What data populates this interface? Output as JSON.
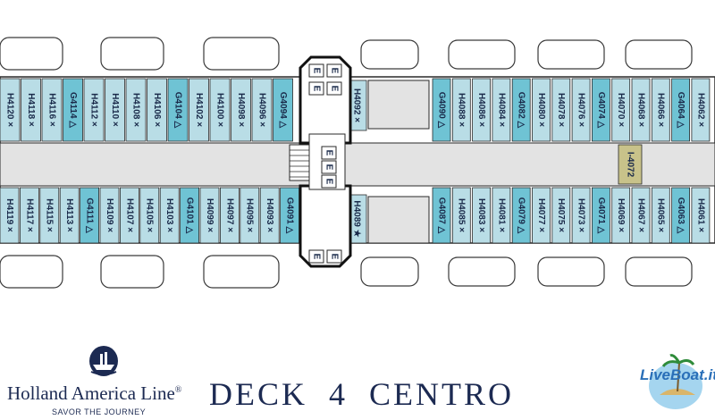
{
  "deck": {
    "title": "DECK  4  CENTRO",
    "brand": "Holland America Line",
    "brand_mark": "®",
    "tagline": "SAVOR THE JOURNEY",
    "watermark": "LiveBoat.it"
  },
  "colors": {
    "inside_cabin": "#d6ecc4",
    "ocean_cabin": "#b9dde6",
    "accessible_cabin": "#6fc3d4",
    "crew_cabin": "#c8c28a",
    "corridor": "#e3e3e3",
    "outline": "#2a2a2a",
    "brand": "#1c2a52"
  },
  "cabins": {
    "top_left": [
      "H4120",
      "H4118",
      "H4116",
      "G4114",
      "H4112",
      "H4110",
      "H4108",
      "H4106",
      "G4104",
      "H4102",
      "H4100",
      "H4098",
      "H4096",
      "G4094"
    ],
    "top_center": [
      "H4092"
    ],
    "top_right": [
      "G4090",
      "H4088",
      "H4086",
      "H4084",
      "G4082",
      "H4080",
      "H4078",
      "H4076",
      "G4074",
      "H4070",
      "H4068",
      "H4066",
      "G4064",
      "H4062"
    ],
    "bottom_left": [
      "H4119",
      "H4117",
      "H4115",
      "H4113",
      "G4111",
      "H4109",
      "H4107",
      "H4105",
      "H4103",
      "G4101",
      "H4099",
      "H4097",
      "H4095",
      "H4093",
      "G4091"
    ],
    "bottom_center": [
      "H4089"
    ],
    "bottom_right": [
      "G4087",
      "H4085",
      "H4083",
      "H4081",
      "G4079",
      "H4077",
      "H4075",
      "H4073",
      "G4071",
      "H4069",
      "H4067",
      "H4065",
      "G4063",
      "H4061"
    ],
    "crew": [
      "I-4072"
    ]
  },
  "services": {
    "elevator": "E"
  }
}
